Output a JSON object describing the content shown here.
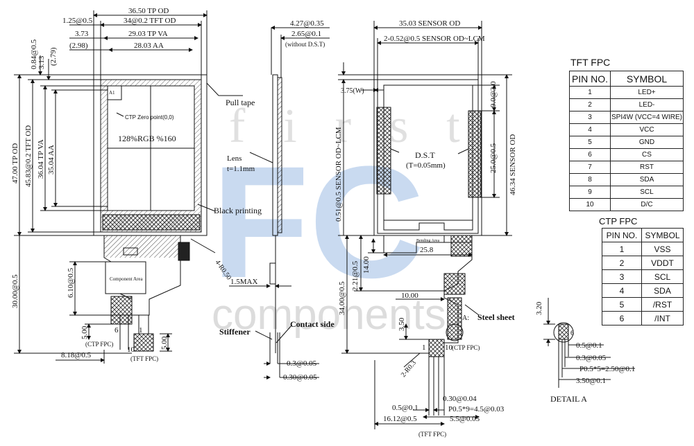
{
  "watermark": {
    "top": "first",
    "big": "FC",
    "bottom": "components"
  },
  "front": {
    "tp_od": "36.50 TP OD",
    "tft_od": "34@0.2 TFT OD",
    "tp_va": "29.03 TP VA",
    "aa": "28.03 AA",
    "d125": "1.25@0.5",
    "d373": "3.73",
    "d298": "(2.98)",
    "d084": "0.84@0.5",
    "d313": "3.13",
    "d279": "(2.79)",
    "h_tp_od": "47.00 TP OD",
    "h_tft_od": "45.83@0.2 TFT OD",
    "h_tp_va": "36.04 TP VA",
    "h_aa": "35.04 AA",
    "ctp_zero": "CTP Zero point(0,0)",
    "a1": "A1",
    "rgb": "128%RGB %160",
    "pull_tape": "Pull tape",
    "black_printing": "Black printing",
    "r050": "4-R0.50",
    "component_area": "Component Area",
    "d3000": "30.00@0.5",
    "d610": "6.10@0.5",
    "d500a": "5.00",
    "d500b": "5.00",
    "pin6": "6",
    "pin1": "1",
    "pin10": "10",
    "ctp_fpc": "(CTP FPC)",
    "tft_fpc": "(TFT FPC)",
    "d818": "8.18@0.5"
  },
  "side": {
    "d427": "4.27@0.35",
    "d265": "2.65@0.1",
    "without_dst": "(without D.S.T)",
    "lens": "Lens",
    "lens_t": "t=1.1mm",
    "max15": "1.5MAX",
    "contact_side": "Contact side",
    "stiffener": "Stiffener",
    "d03": "0.3@0.05",
    "d030": "0.30@0.05"
  },
  "back": {
    "sensor_od": "35.03 SENSOR OD",
    "sensor_od_lcm": "2-0.52@0.5 SENSOR OD~LCM",
    "d375": "3.75(W)",
    "v_sensor_od_lcm": "0.51@0.5 SENSOR OD~LCM",
    "dst": "D.S.T",
    "dst_t": "(T=0.05mm)",
    "d903": "9.0@3.0",
    "d2500": "25.0@0.5",
    "h_sensor_od": "46.34 SENSOR OD",
    "bending_area": "Bending Area",
    "d258": "25.8",
    "d3400": "34.00@0.5",
    "d1400": "14.00",
    "d221": "2.21@0.5",
    "d1000": "10.00",
    "d350": "3.50",
    "steel_sheet": "Steel sheet",
    "a_label": "A:",
    "r03": "2-R0.3",
    "pin1": "1",
    "pin10": "10",
    "ctp_fpc": "(CTP FPC)",
    "d05": "0.5@0.1",
    "d030": "0.30@0.04",
    "p05": "P0.5*9=4.5@0.03",
    "d1612": "16.12@0.5",
    "d55": "5.5@0.05",
    "tft_fpc": "(TFT FPC)"
  },
  "detail": {
    "d320": "3.20",
    "d05": "0.5@0.1",
    "d03": "0.3@0.05",
    "p05": "P0.5*5=2.50@0.1",
    "d350": "3.50@0.1",
    "title": "DETAIL A",
    "six": "6"
  },
  "tft_fpc": {
    "title": "TFT FPC",
    "head_pin": "PIN NO.",
    "head_sym": "SYMBOL",
    "rows": [
      [
        "1",
        "LED+"
      ],
      [
        "2",
        "LED-"
      ],
      [
        "3",
        "SPI4W (VCC=4 WIRE)"
      ],
      [
        "4",
        "VCC"
      ],
      [
        "5",
        "GND"
      ],
      [
        "6",
        "CS"
      ],
      [
        "7",
        "RST"
      ],
      [
        "8",
        "SDA"
      ],
      [
        "9",
        "SCL"
      ],
      [
        "10",
        "D/C"
      ]
    ]
  },
  "ctp_fpc": {
    "title": "CTP FPC",
    "head_pin": "PIN NO.",
    "head_sym": "SYMBOL",
    "rows": [
      [
        "1",
        "VSS"
      ],
      [
        "2",
        "VDDT"
      ],
      [
        "3",
        "SCL"
      ],
      [
        "4",
        "SDA"
      ],
      [
        "5",
        "/RST"
      ],
      [
        "6",
        "/INT"
      ]
    ]
  },
  "colors": {
    "watermark_fc": "#c9daf0",
    "watermark_text": "#d9d9d9",
    "line": "#111111"
  }
}
